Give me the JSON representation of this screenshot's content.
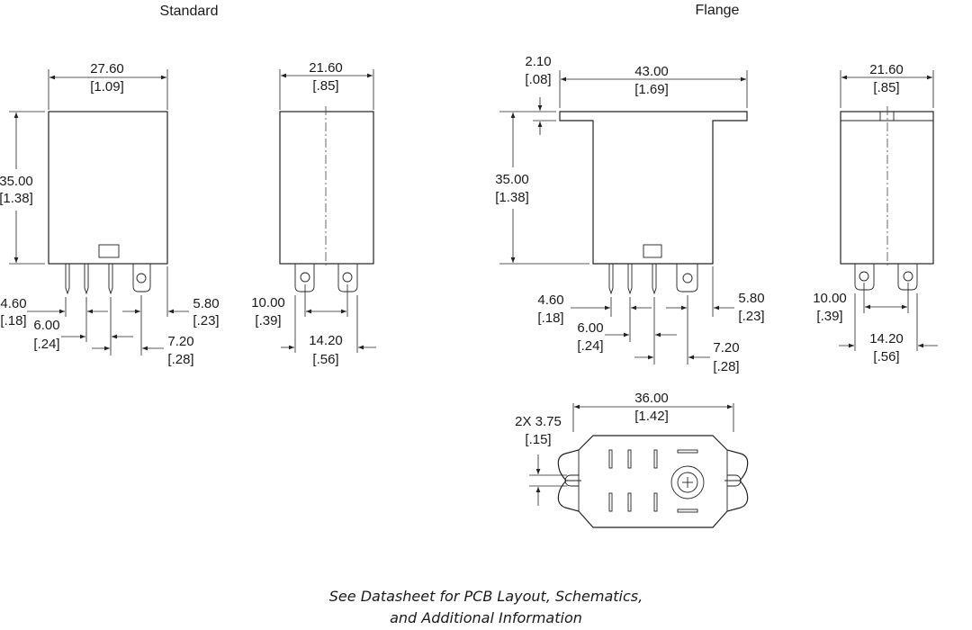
{
  "titles": {
    "standard": "Standard",
    "flange": "Flange"
  },
  "standard_front": {
    "width": [
      "27.60",
      "[1.09]"
    ],
    "height": [
      "35.00",
      "[1.38]"
    ],
    "pin_a": [
      "4.60",
      "[.18]"
    ],
    "pin_b": [
      "6.00",
      "[.24]"
    ],
    "pin_c": [
      "5.80",
      "[.23]"
    ],
    "pin_d": [
      "7.20",
      "[.28]"
    ]
  },
  "standard_side": {
    "width": [
      "21.60",
      "[.85]"
    ],
    "pin_a": [
      "10.00",
      "[.39]"
    ],
    "pin_b": [
      "14.20",
      "[.56]"
    ]
  },
  "flange_front": {
    "flange_thickness": [
      "2.10",
      "[.08]"
    ],
    "width": [
      "43.00",
      "[1.69]"
    ],
    "height": [
      "35.00",
      "[1.38]"
    ],
    "pin_a": [
      "4.60",
      "[.18]"
    ],
    "pin_b": [
      "6.00",
      "[.24]"
    ],
    "pin_c": [
      "5.80",
      "[.23]"
    ],
    "pin_d": [
      "7.20",
      "[.28]"
    ]
  },
  "flange_side": {
    "width": [
      "21.60",
      "[.85]"
    ],
    "pin_a": [
      "10.00",
      "[.39]"
    ],
    "pin_b": [
      "14.20",
      "[.56]"
    ]
  },
  "flange_bottom": {
    "hole_spacing": [
      "36.00",
      "[1.42]"
    ],
    "hole_diameter": [
      "2X 3.75",
      "[.15]"
    ]
  },
  "note": {
    "line1": "See Datasheet for PCB Layout, Schematics,",
    "line2": "and Additional Information"
  }
}
